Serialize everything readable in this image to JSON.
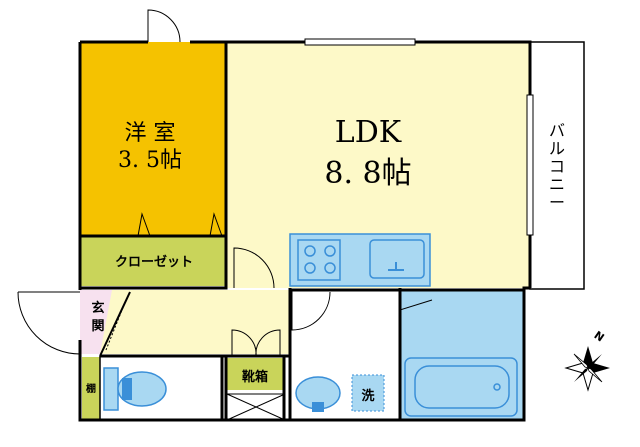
{
  "rooms": {
    "western": {
      "name": "洋 室",
      "size": "3. 5帖",
      "color": "#f5c200"
    },
    "ldk": {
      "name": "LDK",
      "size": "8. 8帖",
      "color": "#fdf9c8"
    },
    "closet": {
      "label": "クローゼット",
      "color": "#c9d45a"
    },
    "entrance": {
      "label": "玄関",
      "color": "#f7e1ef"
    },
    "shoe_box": {
      "label": "靴箱"
    },
    "shelf": {
      "label": "棚"
    },
    "balcony": {
      "label": "バルコニー"
    },
    "wash": {
      "label": "洗"
    }
  },
  "colors": {
    "wet_area": "#a9d8f2",
    "fixture": "#3a8fd8",
    "wall": "#000000"
  },
  "compass": {
    "direction": "N"
  }
}
